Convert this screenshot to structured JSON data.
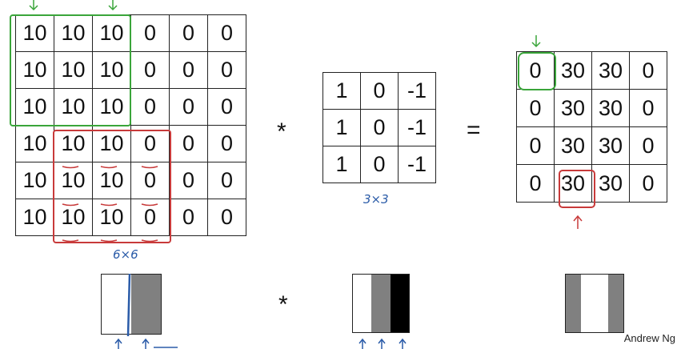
{
  "input_matrix": {
    "rows": [
      [
        "10",
        "10",
        "10",
        "0",
        "0",
        "0"
      ],
      [
        "10",
        "10",
        "10",
        "0",
        "0",
        "0"
      ],
      [
        "10",
        "10",
        "10",
        "0",
        "0",
        "0"
      ],
      [
        "10",
        "10",
        "10",
        "0",
        "0",
        "0"
      ],
      [
        "10",
        "10",
        "10",
        "0",
        "0",
        "0"
      ],
      [
        "10",
        "10",
        "10",
        "0",
        "0",
        "0"
      ]
    ],
    "size_label": "6×6"
  },
  "filter_matrix": {
    "rows": [
      [
        "1",
        "0",
        "-1"
      ],
      [
        "1",
        "0",
        "-1"
      ],
      [
        "1",
        "0",
        "-1"
      ]
    ],
    "size_label": "3×3"
  },
  "output_matrix": {
    "rows": [
      [
        "0",
        "30",
        "30",
        "0"
      ],
      [
        "0",
        "30",
        "30",
        "0"
      ],
      [
        "0",
        "30",
        "30",
        "0"
      ],
      [
        "0",
        "30",
        "30",
        "0"
      ]
    ]
  },
  "operators": {
    "convolve": "*",
    "equals": "=",
    "convolve_bottom": "*"
  },
  "colors": {
    "green": "#3aa53a",
    "red": "#c83a3a",
    "blue_ink": "#2a5ba8",
    "white": "#ffffff",
    "gray": "#808080",
    "black": "#000000"
  },
  "image_strips": {
    "input": [
      "#ffffff",
      "#808080"
    ],
    "filter": [
      "#ffffff",
      "#808080",
      "#000000"
    ],
    "output": [
      "#808080",
      "#ffffff",
      "#808080"
    ]
  },
  "credit": "Andrew Ng"
}
